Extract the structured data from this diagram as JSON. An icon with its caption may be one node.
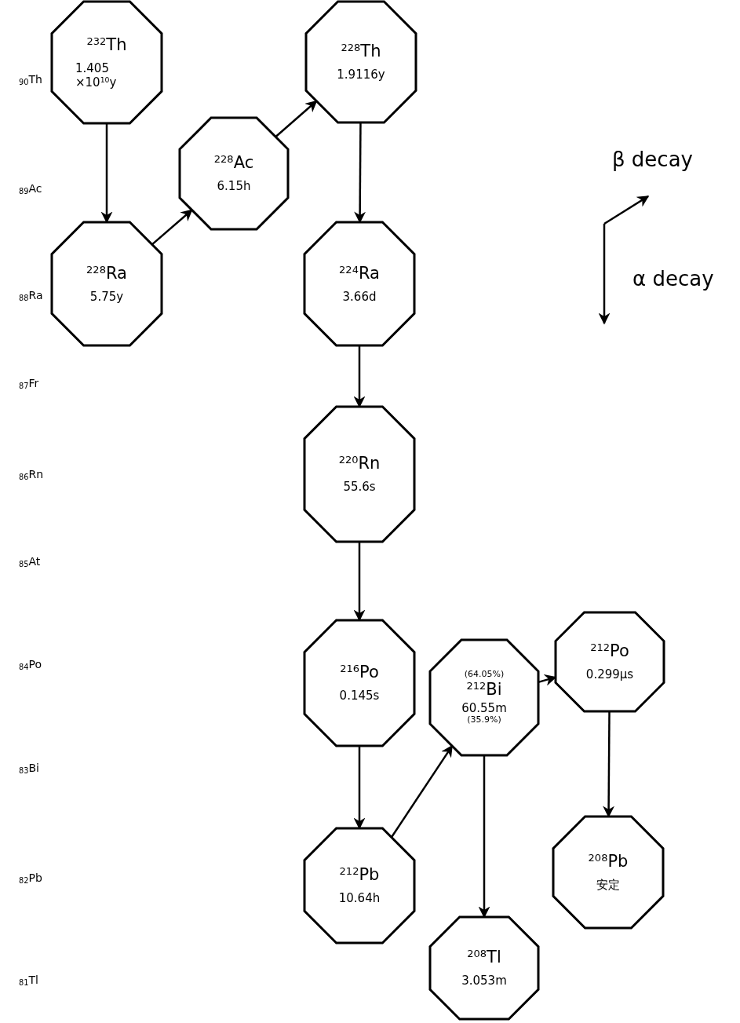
{
  "diagram": {
    "nodes": [
      {
        "text": [
          "$^{232}$Th",
          "1.405 ×10$^{10}$y"
        ]
      },
      {
        "text": [
          "$^{228}$Ra",
          "5.75y"
        ]
      },
      {
        "text": [
          "$^{228}$Ac",
          "6.15h"
        ]
      },
      {
        "text": [
          "$^{228}$Th",
          "1.9116y"
        ]
      },
      {
        "text": [
          "$^{224}$Ra",
          "3.66d"
        ]
      },
      {
        "text": [
          "$^{220}$Rn",
          "55.6s"
        ]
      },
      {
        "text": [
          "$^{216}$Po",
          "0.145s"
        ]
      },
      {
        "text": [
          "$^{212}$Pb",
          "10.64h"
        ]
      },
      {
        "text": [
          "(64.05%)",
          "$^{212}$Bi",
          "60.55m",
          "(35.9%)"
        ]
      },
      {
        "text": [
          "$^{212}$Po",
          "0.299μs"
        ]
      },
      {
        "text": [
          "$^{208}$Pb",
          "安定"
        ]
      },
      {
        "text": [
          "$^{208}$Tl",
          "3.053m"
        ]
      }
    ],
    "edges": [
      {
        "from": 0,
        "to": 1,
        "arrow": "to"
      },
      {
        "from": 1,
        "to": 2,
        "arrow": "to"
      },
      {
        "from": 2,
        "to": 3,
        "arrow": "to"
      },
      {
        "from": 3,
        "to": 4,
        "arrow": "to"
      },
      {
        "from": 4,
        "to": 5,
        "arrow": "to"
      },
      {
        "from": 5,
        "to": 6,
        "arrow": "to"
      },
      {
        "from": 6,
        "to": 7,
        "arrow": "to"
      },
      {
        "from": 7,
        "to": 8,
        "arrow": "to"
      },
      {
        "from": 8,
        "to": 9,
        "arrow": "to"
      },
      {
        "from": 8,
        "to": 11,
        "arrow": "to"
      },
      {
        "from": 9,
        "to": 10,
        "arrow": "to"
      }
    ],
    "labels": [
      "$_{90}$Th",
      "$_{89}$Ac",
      "$_{88}$Ra",
      "$_{87}$Fr",
      "$_{86}$Rn",
      "$_{85}$At",
      "$_{84}$Po",
      "$_{83}$Bi",
      "$_{82}$Pb",
      "$_{81}$Tl"
    ],
    "legend": [
      {
        "text": "β decay"
      },
      {
        "text": "α decay"
      }
    ]
  }
}
